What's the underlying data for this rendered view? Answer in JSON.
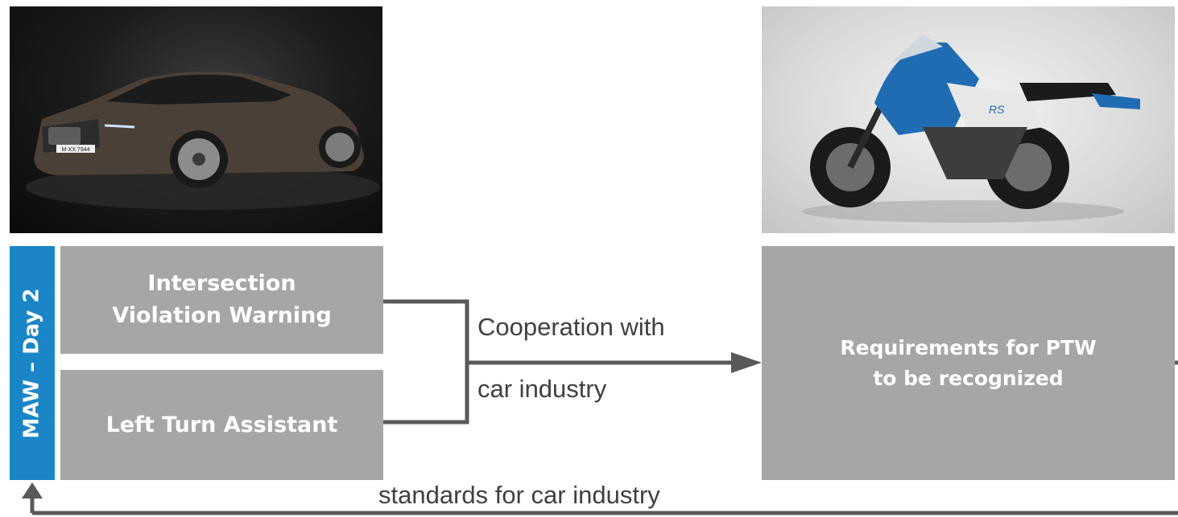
{
  "images": {
    "car": {
      "plate_text": "M·XX 7944"
    },
    "motorcycle": {
      "badge_text": "RS"
    }
  },
  "side_tab": {
    "label": "MAW – Day 2",
    "color": "#1a86c8"
  },
  "boxes": {
    "intersection_violation_warning": {
      "line1": "Intersection",
      "line2": "Violation Warning"
    },
    "left_turn_assistant": {
      "label": "Left Turn Assistant"
    },
    "ptw_requirements": {
      "line1": "Requirements for PTW",
      "line2": "to be recognized"
    }
  },
  "labels": {
    "cooperation_line1": "Cooperation with",
    "cooperation_line2": "car industry",
    "standards": "standards for car industry"
  },
  "colors": {
    "box_fill": "#a6a6a6",
    "connector": "#595959",
    "label_text": "#404040"
  }
}
